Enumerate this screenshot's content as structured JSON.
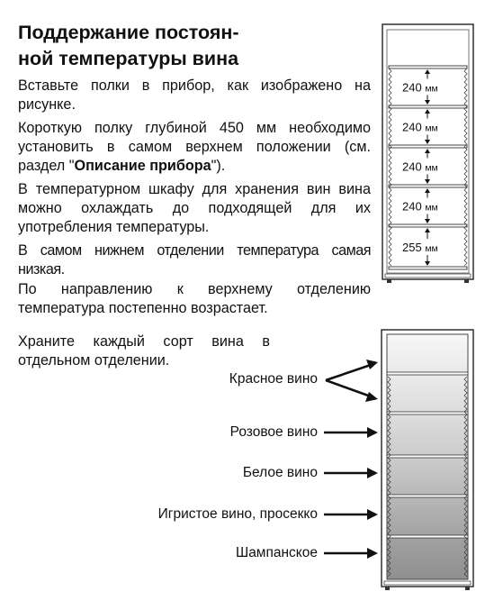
{
  "section_title_line1": "Поддержание постоян-",
  "section_title_line2": "ной температуры вина",
  "p1": "Вставьте полки в прибор, как изображено на рисунке.",
  "p2_part1": "Короткую полку глубиной 450 мм необходимо установить в самом верхнем положении (см. раздел \"",
  "p2_bold": "Описание прибора",
  "p2_part2": "\").",
  "p3": "В температурном шкафу для хранения вин вина можно охлаждать до подходящей для их употребления температуры.",
  "p4a": "В самом нижнем отделении температура самая низкая.",
  "p4b": "По направлению к верхнему отделению температура постепенно возрастает.",
  "p5": "Храните каждый сорт вина в отдельном отделении.",
  "shelf_unit": "мм",
  "shelf_heights": [
    "240",
    "240",
    "240",
    "240",
    "255"
  ],
  "wines": {
    "red": "Красное вино",
    "rose": "Розовое вино",
    "white": "Белое вино",
    "sparkling": "Игристое вино, просекко",
    "champagne": "Шампанское"
  }
}
